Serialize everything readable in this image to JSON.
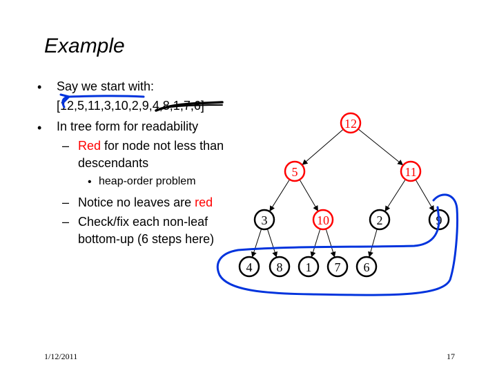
{
  "title": "Example",
  "bullets": {
    "b1_line1": "Say we start with:",
    "b1_line2": "[12,5,11,3,10,2,9,4,8,1,7,6]",
    "b2": "In tree form for readability",
    "sub1_red": "Red",
    "sub1_rest": " for node not less than",
    "sub1_line2": "descendants",
    "subsub": "heap-order problem",
    "sub2_text": "Notice no leaves are ",
    "sub2_red": "red",
    "sub3_line1": "Check/fix each non-leaf",
    "sub3_line2": "bottom-up (6 steps here)",
    "bullet_glyph": "•",
    "dash_glyph": "–"
  },
  "tree": {
    "nodes": [
      {
        "id": "n12",
        "label": "12",
        "color": "red"
      },
      {
        "id": "n5",
        "label": "5",
        "color": "red"
      },
      {
        "id": "n11",
        "label": "11",
        "color": "red"
      },
      {
        "id": "n3",
        "label": "3",
        "color": "black"
      },
      {
        "id": "n10",
        "label": "10",
        "color": "red"
      },
      {
        "id": "n2",
        "label": "2",
        "color": "black"
      },
      {
        "id": "n9",
        "label": "9",
        "color": "black"
      },
      {
        "id": "n4",
        "label": "4",
        "color": "black"
      },
      {
        "id": "n8",
        "label": "8",
        "color": "black"
      },
      {
        "id": "n1",
        "label": "1",
        "color": "black"
      },
      {
        "id": "n7",
        "label": "7",
        "color": "black"
      },
      {
        "id": "n6",
        "label": "6",
        "color": "black"
      }
    ],
    "edges": [
      [
        "n12",
        "n5"
      ],
      [
        "n12",
        "n11"
      ],
      [
        "n5",
        "n3"
      ],
      [
        "n5",
        "n10"
      ],
      [
        "n11",
        "n2"
      ],
      [
        "n11",
        "n9"
      ],
      [
        "n3",
        "n4"
      ],
      [
        "n3",
        "n8"
      ],
      [
        "n10",
        "n1"
      ],
      [
        "n10",
        "n7"
      ],
      [
        "n2",
        "n6"
      ]
    ]
  },
  "colors": {
    "red": "#ff0000",
    "black": "#000000",
    "annotation": "#0033dd"
  },
  "footer": {
    "date": "1/12/2011",
    "page": "17"
  }
}
